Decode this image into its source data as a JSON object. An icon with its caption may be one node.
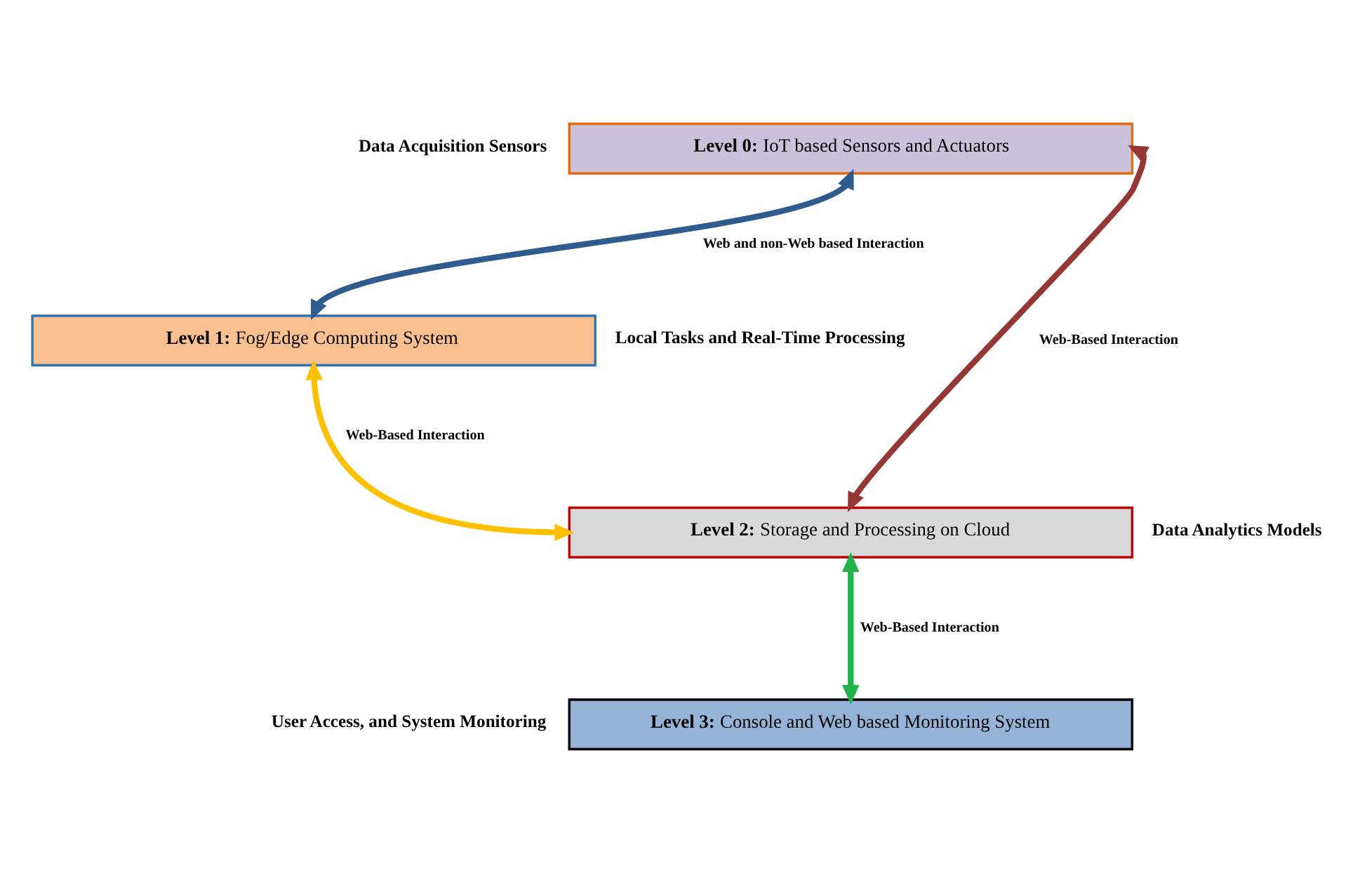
{
  "diagram": {
    "nodes": [
      {
        "text": [
          "**Level 0:** IoT based Sensors and Actuators"
        ],
        "beside": [
          "Data Acquisition Sensors"
        ]
      },
      {
        "text": [
          "**Level 1:** Fog/Edge Computing System"
        ],
        "beside": [
          "Local Tasks and Real-Time Processing"
        ]
      },
      {
        "text": [
          "**Level 2:** Storage and Processing on Cloud"
        ],
        "beside": [
          "Data Analytics Models"
        ]
      },
      {
        "text": [
          "**Level 3:** Console and Web based Monitoring System"
        ],
        "beside": [
          "User Access, and System Monitoring"
        ]
      }
    ],
    "edges": [
      {
        "from": 0,
        "to": 2,
        "arrow": "both",
        "label": "Web-Based Interaction",
        "color": "#953735"
      },
      {
        "from": 0,
        "to": 1,
        "arrow": "both",
        "label": "Web and non-Web based Interaction",
        "color": "#2f5b8f"
      },
      {
        "from": 1,
        "to": 2,
        "arrow": "both",
        "label": "Web-Based Interaction",
        "color": "#ffc000"
      },
      {
        "from": 2,
        "to": 3,
        "arrow": "both",
        "label": "Web-Based Interaction",
        "color": "#22b14c"
      }
    ]
  }
}
